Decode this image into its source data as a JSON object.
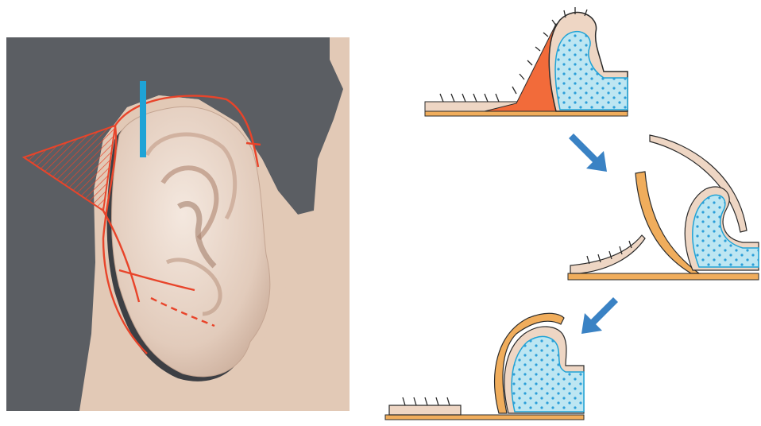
{
  "figure": {
    "panels": [
      {
        "id": "ear-incision-view",
        "content": "illustration"
      },
      {
        "id": "flap-step-1",
        "content": "cross-section"
      },
      {
        "id": "flap-step-2",
        "content": "cross-section"
      },
      {
        "id": "flap-step-3",
        "content": "cross-section"
      }
    ],
    "arrows": [
      "step-1-to-2",
      "step-2-to-3"
    ]
  },
  "colors": {
    "hair": "#5b5e63",
    "skin": "#e2c9b6",
    "ear": "#ead9cc",
    "ear_shadow": "#b79a88",
    "incision": "#e8442a",
    "marker": "#1fa3d6",
    "cartilage": "#bde6f2",
    "cartilage_dots": "#2b9ed8",
    "flap": "#f0ad5c",
    "flap_fill": "#f26b3a",
    "arrow": "#3a82c4",
    "outline": "#2a2a2a"
  },
  "icons": [
    "arrow-down-right-icon",
    "arrow-down-left-icon"
  ]
}
